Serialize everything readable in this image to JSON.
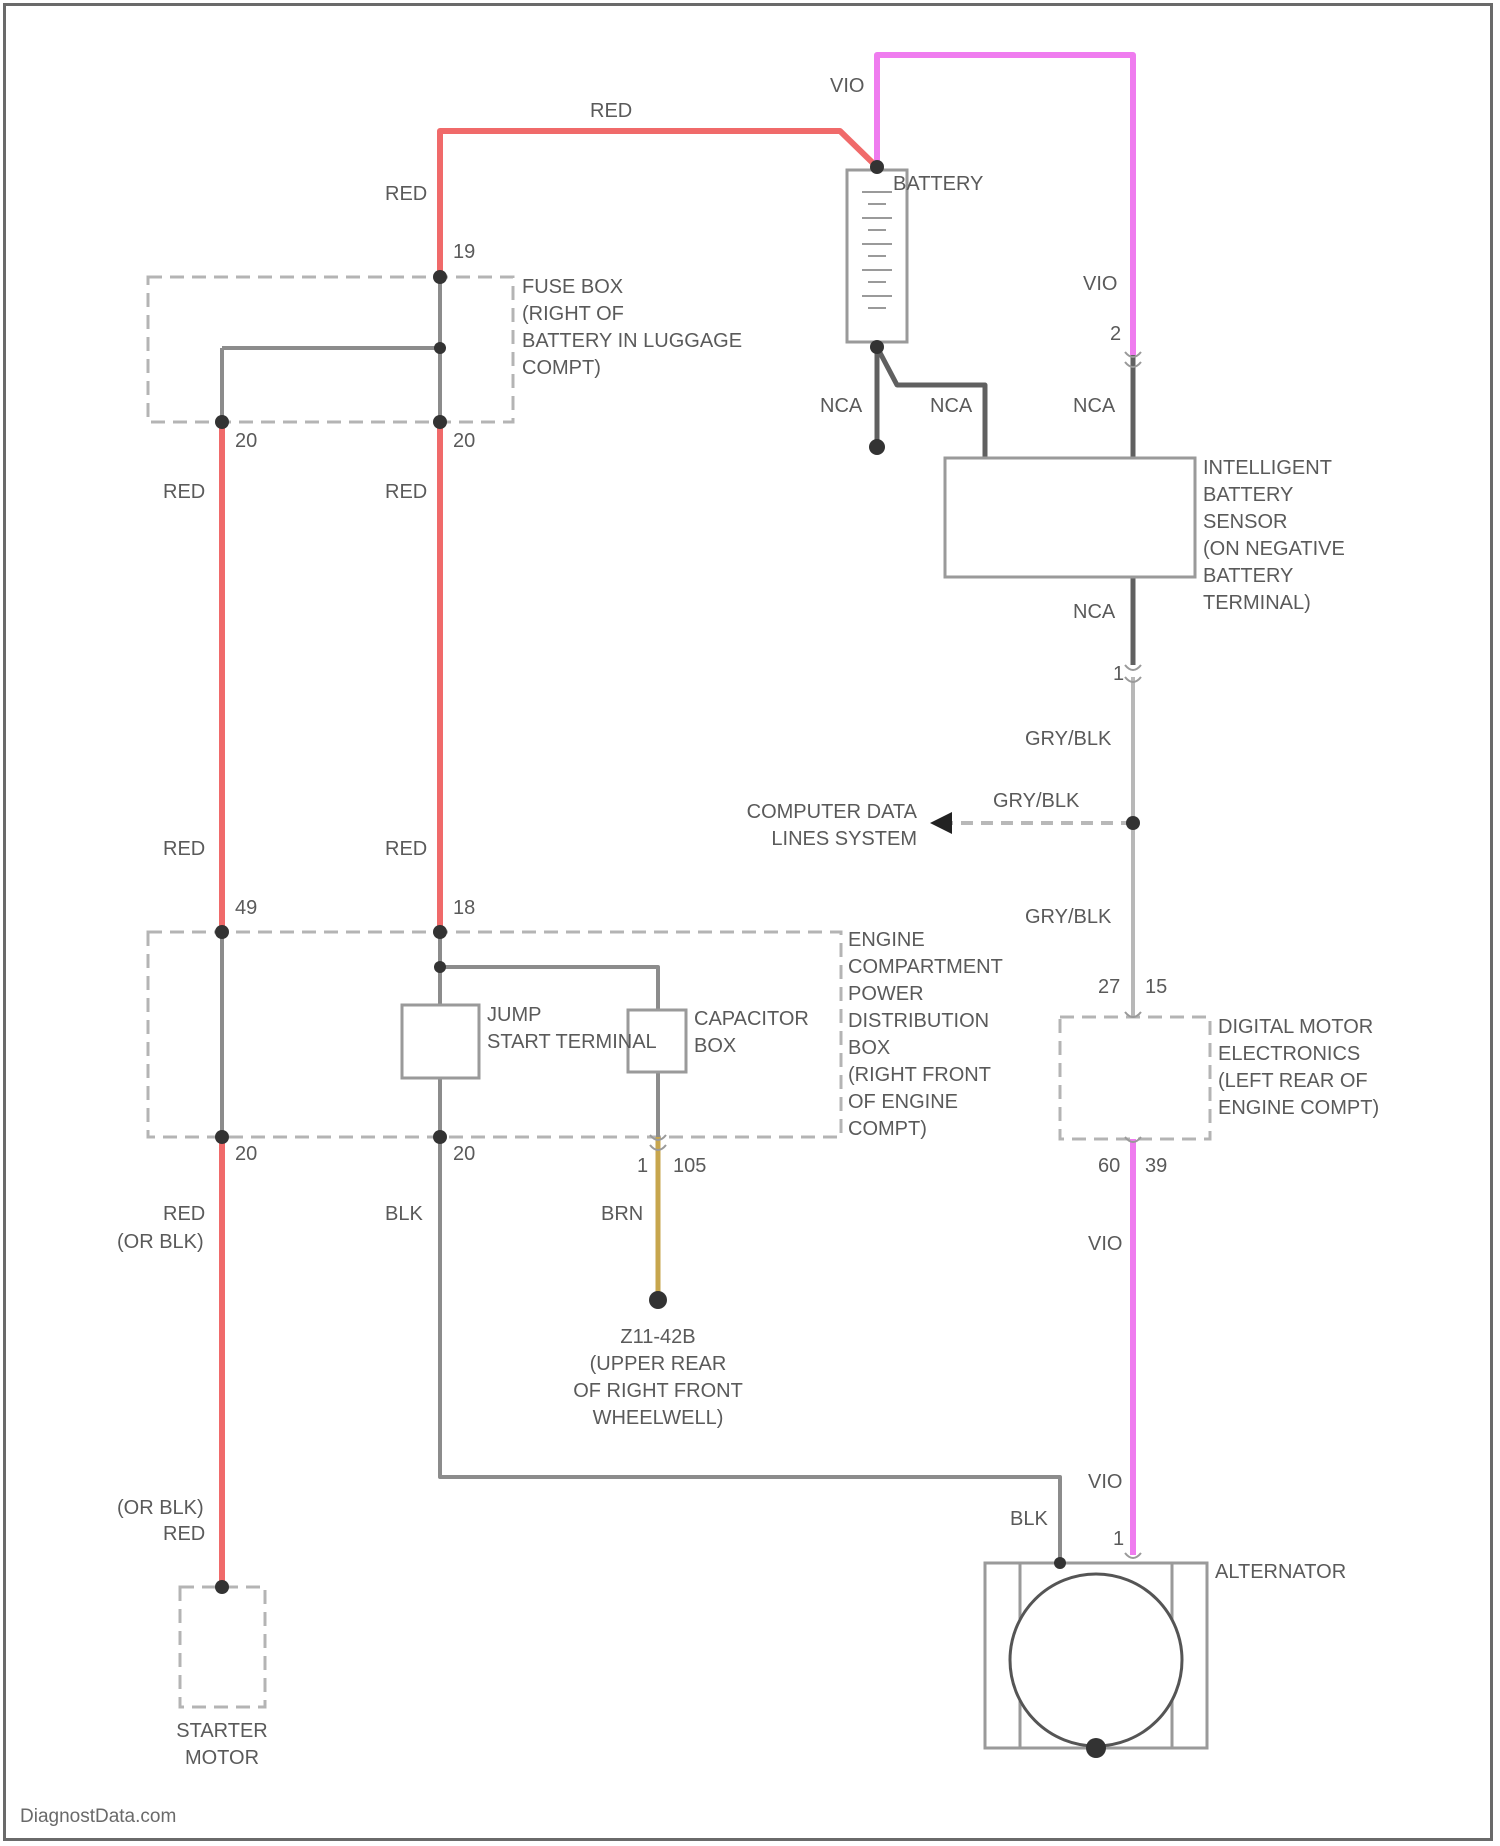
{
  "components": {
    "battery": "BATTERY",
    "fuse_box": [
      "FUSE BOX",
      "(RIGHT OF",
      "BATTERY IN LUGGAGE",
      "COMPT)"
    ],
    "ibs": [
      "INTELLIGENT",
      "BATTERY",
      "SENSOR",
      "(ON NEGATIVE",
      "BATTERY",
      "TERMINAL)"
    ],
    "computer_data": [
      "COMPUTER DATA",
      "LINES SYSTEM"
    ],
    "epdb": [
      "ENGINE",
      "COMPARTMENT",
      "POWER",
      "DISTRIBUTION",
      "BOX",
      "(RIGHT FRONT",
      "OF ENGINE",
      "COMPT)"
    ],
    "jump_start": [
      "JUMP",
      "START TERMINAL"
    ],
    "capacitor_box": [
      "CAPACITOR",
      "BOX"
    ],
    "dme": [
      "DIGITAL MOTOR",
      "ELECTRONICS",
      "(LEFT REAR OF",
      "ENGINE COMPT)"
    ],
    "ground": [
      "Z11-42B",
      "(UPPER REAR",
      "OF RIGHT FRONT",
      "WHEELWELL)"
    ],
    "alternator": "ALTERNATOR",
    "starter": [
      "STARTER",
      "MOTOR"
    ]
  },
  "wire_labels": {
    "red_top": "RED",
    "red_left_upper": "RED",
    "red_a": "RED",
    "red_b": "RED",
    "red_c": "RED",
    "red_d": "RED",
    "red_or_blk_1": "RED",
    "or_blk_1": "(OR BLK)",
    "or_blk_2": "(OR BLK)",
    "red_or_blk_2": "RED",
    "vio_top": "VIO",
    "vio_right": "VIO",
    "vio_dme": "VIO",
    "vio_alt": "VIO",
    "nca_1": "NCA",
    "nca_2": "NCA",
    "nca_3": "NCA",
    "nca_4": "NCA",
    "gry_blk_1": "GRY/BLK",
    "gry_blk_2": "GRY/BLK",
    "gry_blk_3": "GRY/BLK",
    "blk_1": "BLK",
    "blk_2": "BLK",
    "brn": "BRN"
  },
  "pins": {
    "fuse_in": "19",
    "fuse_out_left": "20",
    "fuse_out_right": "20",
    "ibs_pin": "2",
    "ibs_conn": "1",
    "epdb_left": "49",
    "epdb_right": "18",
    "epdb_bot_left": "20",
    "epdb_bot_right": "20",
    "cap_pin": "1",
    "cap_conn": "105",
    "dme_top_a": "27",
    "dme_top_b": "15",
    "dme_bot_a": "60",
    "dme_bot_b": "39",
    "alt_pin": "1"
  },
  "watermark": "DiagnostData.com",
  "colors": {
    "red_wire": "#f06a6a",
    "violet_wire": "#ef7cef",
    "brown_wire": "#c7a64e",
    "gray_wire": "#8c8c8c"
  }
}
